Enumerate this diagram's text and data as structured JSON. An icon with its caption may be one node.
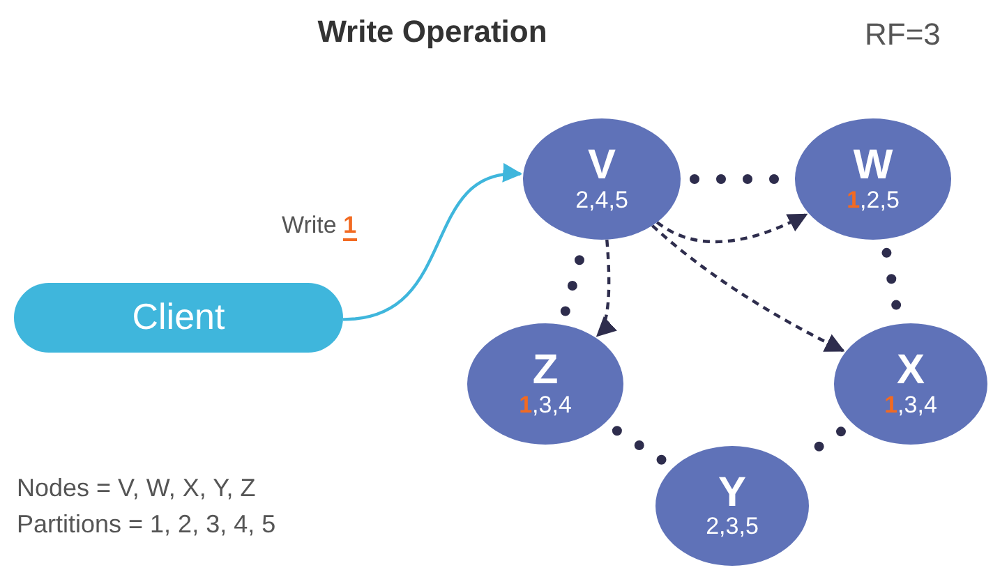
{
  "diagram": {
    "title": "Write Operation",
    "nodes": [
      {
        "text": [
          "Client"
        ]
      },
      {
        "text": [
          "V",
          "2,4,5"
        ]
      },
      {
        "text": [
          "W",
          "**1**,2,5"
        ]
      },
      {
        "text": [
          "Z",
          "**1**,3,4"
        ]
      },
      {
        "text": [
          "X",
          "**1**,3,4"
        ]
      },
      {
        "text": [
          "Y",
          "2,3,5"
        ]
      }
    ],
    "edges": [
      {
        "from": 0,
        "to": 1,
        "arrow": "to",
        "label": "Write **1**",
        "color": "#3fb6dc"
      },
      {
        "from": 1,
        "to": 2,
        "arrow": "none",
        "style": "dashed"
      },
      {
        "from": 2,
        "to": 4,
        "arrow": "none",
        "style": "dashed"
      },
      {
        "from": 4,
        "to": 5,
        "arrow": "none",
        "style": "dashed"
      },
      {
        "from": 5,
        "to": 3,
        "arrow": "none",
        "style": "dashed"
      },
      {
        "from": 3,
        "to": 1,
        "arrow": "none",
        "style": "dashed"
      },
      {
        "from": 1,
        "to": 2,
        "arrow": "to",
        "style": "dashed"
      },
      {
        "from": 1,
        "to": 3,
        "arrow": "to",
        "style": "dashed"
      },
      {
        "from": 1,
        "to": 4,
        "arrow": "to",
        "style": "dashed"
      }
    ],
    "labels": [
      "RF=3",
      "Nodes = V, W, X, Y, Z",
      "Partitions = 1, 2, 3, 4, 5"
    ]
  }
}
